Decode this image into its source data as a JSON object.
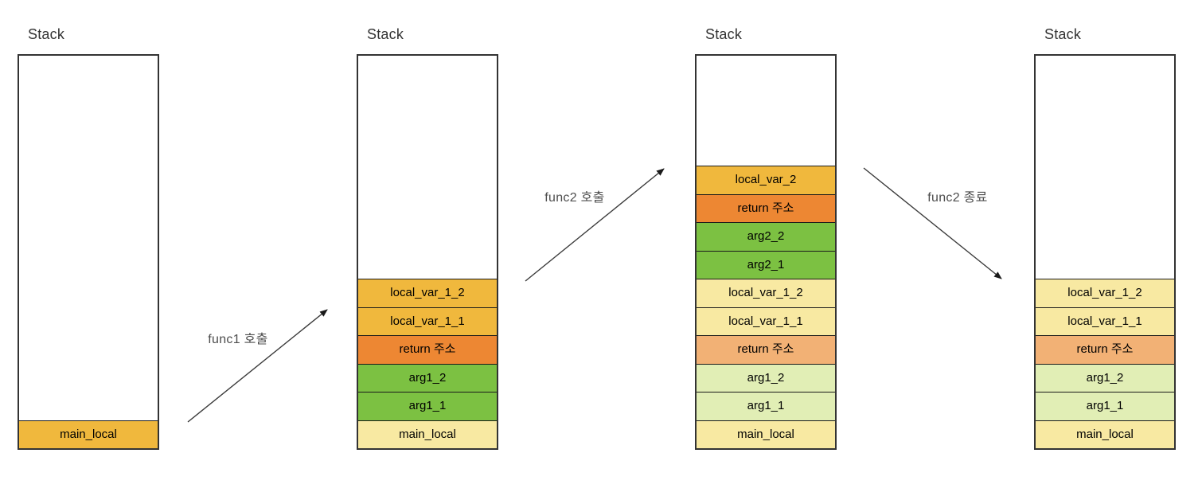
{
  "diagram": {
    "colors": {
      "amber": "#F0B83D",
      "orange": "#ED8733",
      "green": "#7CC142",
      "pale_yellow": "#F8E9A2",
      "pale_orange": "#F2B175",
      "pale_green": "#E1EEB5",
      "box_border": "#333333",
      "cell_border": "#1a1a1a",
      "arrow": "#3a3a3a",
      "arrow_label_text": "#4d4d4d",
      "title_text": "#333333"
    },
    "stacks": [
      {
        "title": "Stack",
        "cells": [
          {
            "label": "main_local",
            "color": "amber"
          }
        ]
      },
      {
        "title": "Stack",
        "cells": [
          {
            "label": "local_var_1_2",
            "color": "amber"
          },
          {
            "label": "local_var_1_1",
            "color": "amber"
          },
          {
            "label": "return 주소",
            "color": "orange"
          },
          {
            "label": "arg1_2",
            "color": "green"
          },
          {
            "label": "arg1_1",
            "color": "green"
          },
          {
            "label": "main_local",
            "color": "pale_yellow"
          }
        ]
      },
      {
        "title": "Stack",
        "cells": [
          {
            "label": "local_var_2",
            "color": "amber"
          },
          {
            "label": "return 주소",
            "color": "orange"
          },
          {
            "label": "arg2_2",
            "color": "green"
          },
          {
            "label": "arg2_1",
            "color": "green"
          },
          {
            "label": "local_var_1_2",
            "color": "pale_yellow"
          },
          {
            "label": "local_var_1_1",
            "color": "pale_yellow"
          },
          {
            "label": "return 주소",
            "color": "pale_orange"
          },
          {
            "label": "arg1_2",
            "color": "pale_green"
          },
          {
            "label": "arg1_1",
            "color": "pale_green"
          },
          {
            "label": "main_local",
            "color": "pale_yellow"
          }
        ]
      },
      {
        "title": "Stack",
        "cells": [
          {
            "label": "local_var_1_2",
            "color": "pale_yellow"
          },
          {
            "label": "local_var_1_1",
            "color": "pale_yellow"
          },
          {
            "label": "return 주소",
            "color": "pale_orange"
          },
          {
            "label": "arg1_2",
            "color": "pale_green"
          },
          {
            "label": "arg1_1",
            "color": "pale_green"
          },
          {
            "label": "main_local",
            "color": "pale_yellow"
          }
        ]
      }
    ],
    "arrows": [
      {
        "label": "func1 호출"
      },
      {
        "label": "func2 호출"
      },
      {
        "label": "func2 종료"
      }
    ]
  }
}
